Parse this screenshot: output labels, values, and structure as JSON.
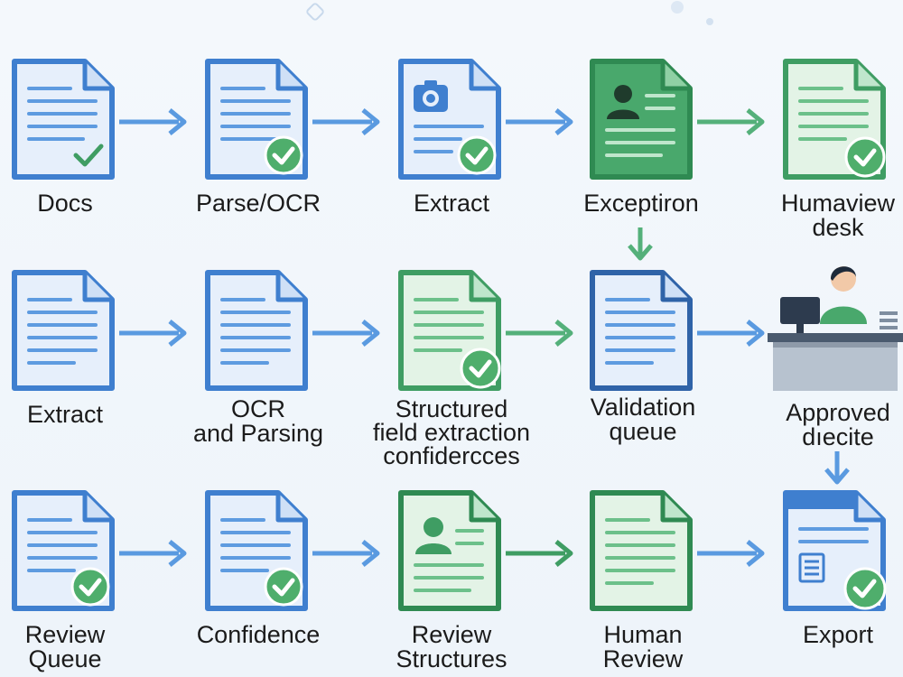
{
  "colors": {
    "blue_dark": "#3f7fcf",
    "blue_light": "#e6effb",
    "blue_line": "#5e9be0",
    "green_dark": "#3f9d63",
    "green_light": "#e3f3e6",
    "green_line": "#6cc08a",
    "check": "#4fae6c",
    "arrow_blue": "#5a9ae0",
    "arrow_green": "#54b07a"
  },
  "rows": [
    {
      "nodes": [
        {
          "label": "Docs",
          "icon": "document-checkmark-icon"
        },
        {
          "label": "Parse/OCR",
          "icon": "document-check-badge-icon"
        },
        {
          "label": "Extract",
          "icon": "document-camera-icon"
        },
        {
          "label": "Exceptiron",
          "icon": "document-person-icon"
        },
        {
          "label": "Humaview\ndesk",
          "icon": "document-check-badge-icon"
        }
      ]
    },
    {
      "nodes": [
        {
          "label": "Extract",
          "icon": "document-icon"
        },
        {
          "label": "OCR\nand Parsing",
          "icon": "document-icon"
        },
        {
          "label": "Structured\nfield extraction\nconfidercces",
          "icon": "document-check-badge-icon"
        },
        {
          "label": "Validation\nqueue",
          "icon": "document-icon"
        },
        {
          "label": "Approved\ndıecite",
          "icon": "reviewer-at-desk-icon"
        }
      ]
    },
    {
      "nodes": [
        {
          "label": "Review\nQueue",
          "icon": "document-check-badge-icon"
        },
        {
          "label": "Confidence",
          "icon": "document-check-badge-icon"
        },
        {
          "label": "Review\nStructures",
          "icon": "document-person-icon"
        },
        {
          "label": "Human\nReview",
          "icon": "document-icon"
        },
        {
          "label": "Export",
          "icon": "document-list-check-badge-icon"
        }
      ]
    }
  ]
}
